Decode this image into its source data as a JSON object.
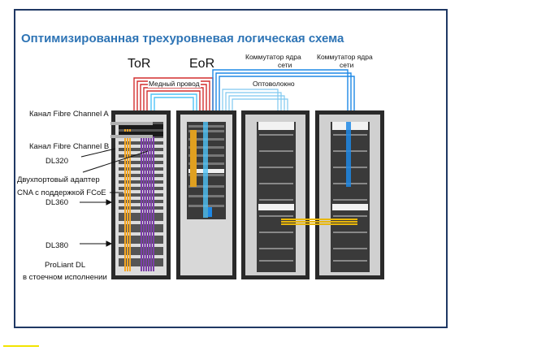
{
  "diagram": {
    "title": "Оптимизированная трехуровневая логическая схема",
    "labels": {
      "tor": "ToR",
      "eor": "EoR",
      "core_switch_1": [
        "Коммутатор ядра",
        "сети"
      ],
      "core_switch_2": [
        "Коммутатор ядра",
        "сети"
      ],
      "copper_wire": "Медный провод",
      "fiber": "Оптоволокно",
      "fc_a": "Канал Fibre Channel A",
      "fc_b": "Канал Fibre Channel B",
      "dl320": "DL320",
      "cna_adapter": [
        "Двухпортовый адаптер",
        "CNA с поддержкой FCoE"
      ],
      "dl360": "DL360",
      "dl380": "DL380",
      "proliant": [
        "ProLiant DL",
        "в стоечном исполнении"
      ]
    },
    "colors": {
      "title": "#2e74b5",
      "copper": "#d32f2f",
      "fiber_blue": "#1e88e5",
      "fiber_light": "#4fc3f7",
      "orange_cable": "#f5a623",
      "purple_cable": "#7b3fa8",
      "frame": "#1f3864"
    }
  }
}
